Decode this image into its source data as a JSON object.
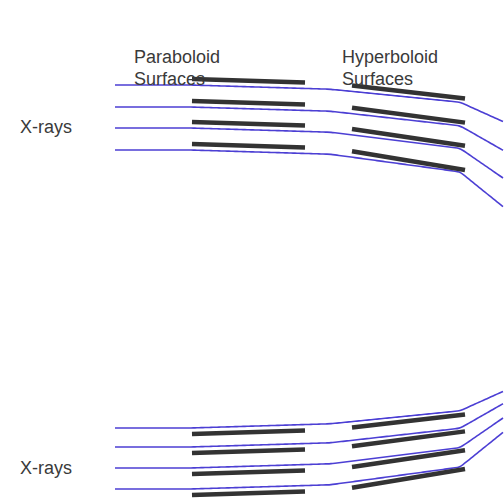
{
  "diagram": {
    "labels": [
      "Paraboloid Surfaces",
      "Hyperboloid Surfaces",
      "X-rays",
      "X-rays"
    ]
  }
}
